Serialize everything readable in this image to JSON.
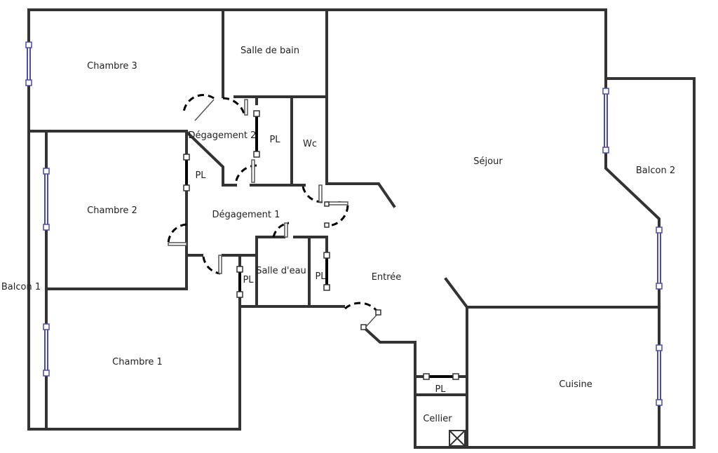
{
  "rooms": {
    "chambre3": "Chambre 3",
    "salle_de_bain": "Salle de bain",
    "degagement2": "Dégagement 2",
    "pl_deg2": "PL",
    "wc": "Wc",
    "pl_left": "PL",
    "chambre2": "Chambre 2",
    "degagement1": "Dégagement 1",
    "sejour": "Séjour",
    "balcon2": "Balcon 2",
    "balcon1": "Balcon 1",
    "pl_lower_left": "PL",
    "salle_eau": "Salle d'eau",
    "pl_lower_right": "PL",
    "entree": "Entrée",
    "chambre1": "Chambre 1",
    "cuisine": "Cuisine",
    "pl_cellier": "PL",
    "cellier": "Cellier"
  },
  "colors": {
    "wall": "#333333",
    "window": "#4a4ab0",
    "door_swing": "#000000"
  }
}
